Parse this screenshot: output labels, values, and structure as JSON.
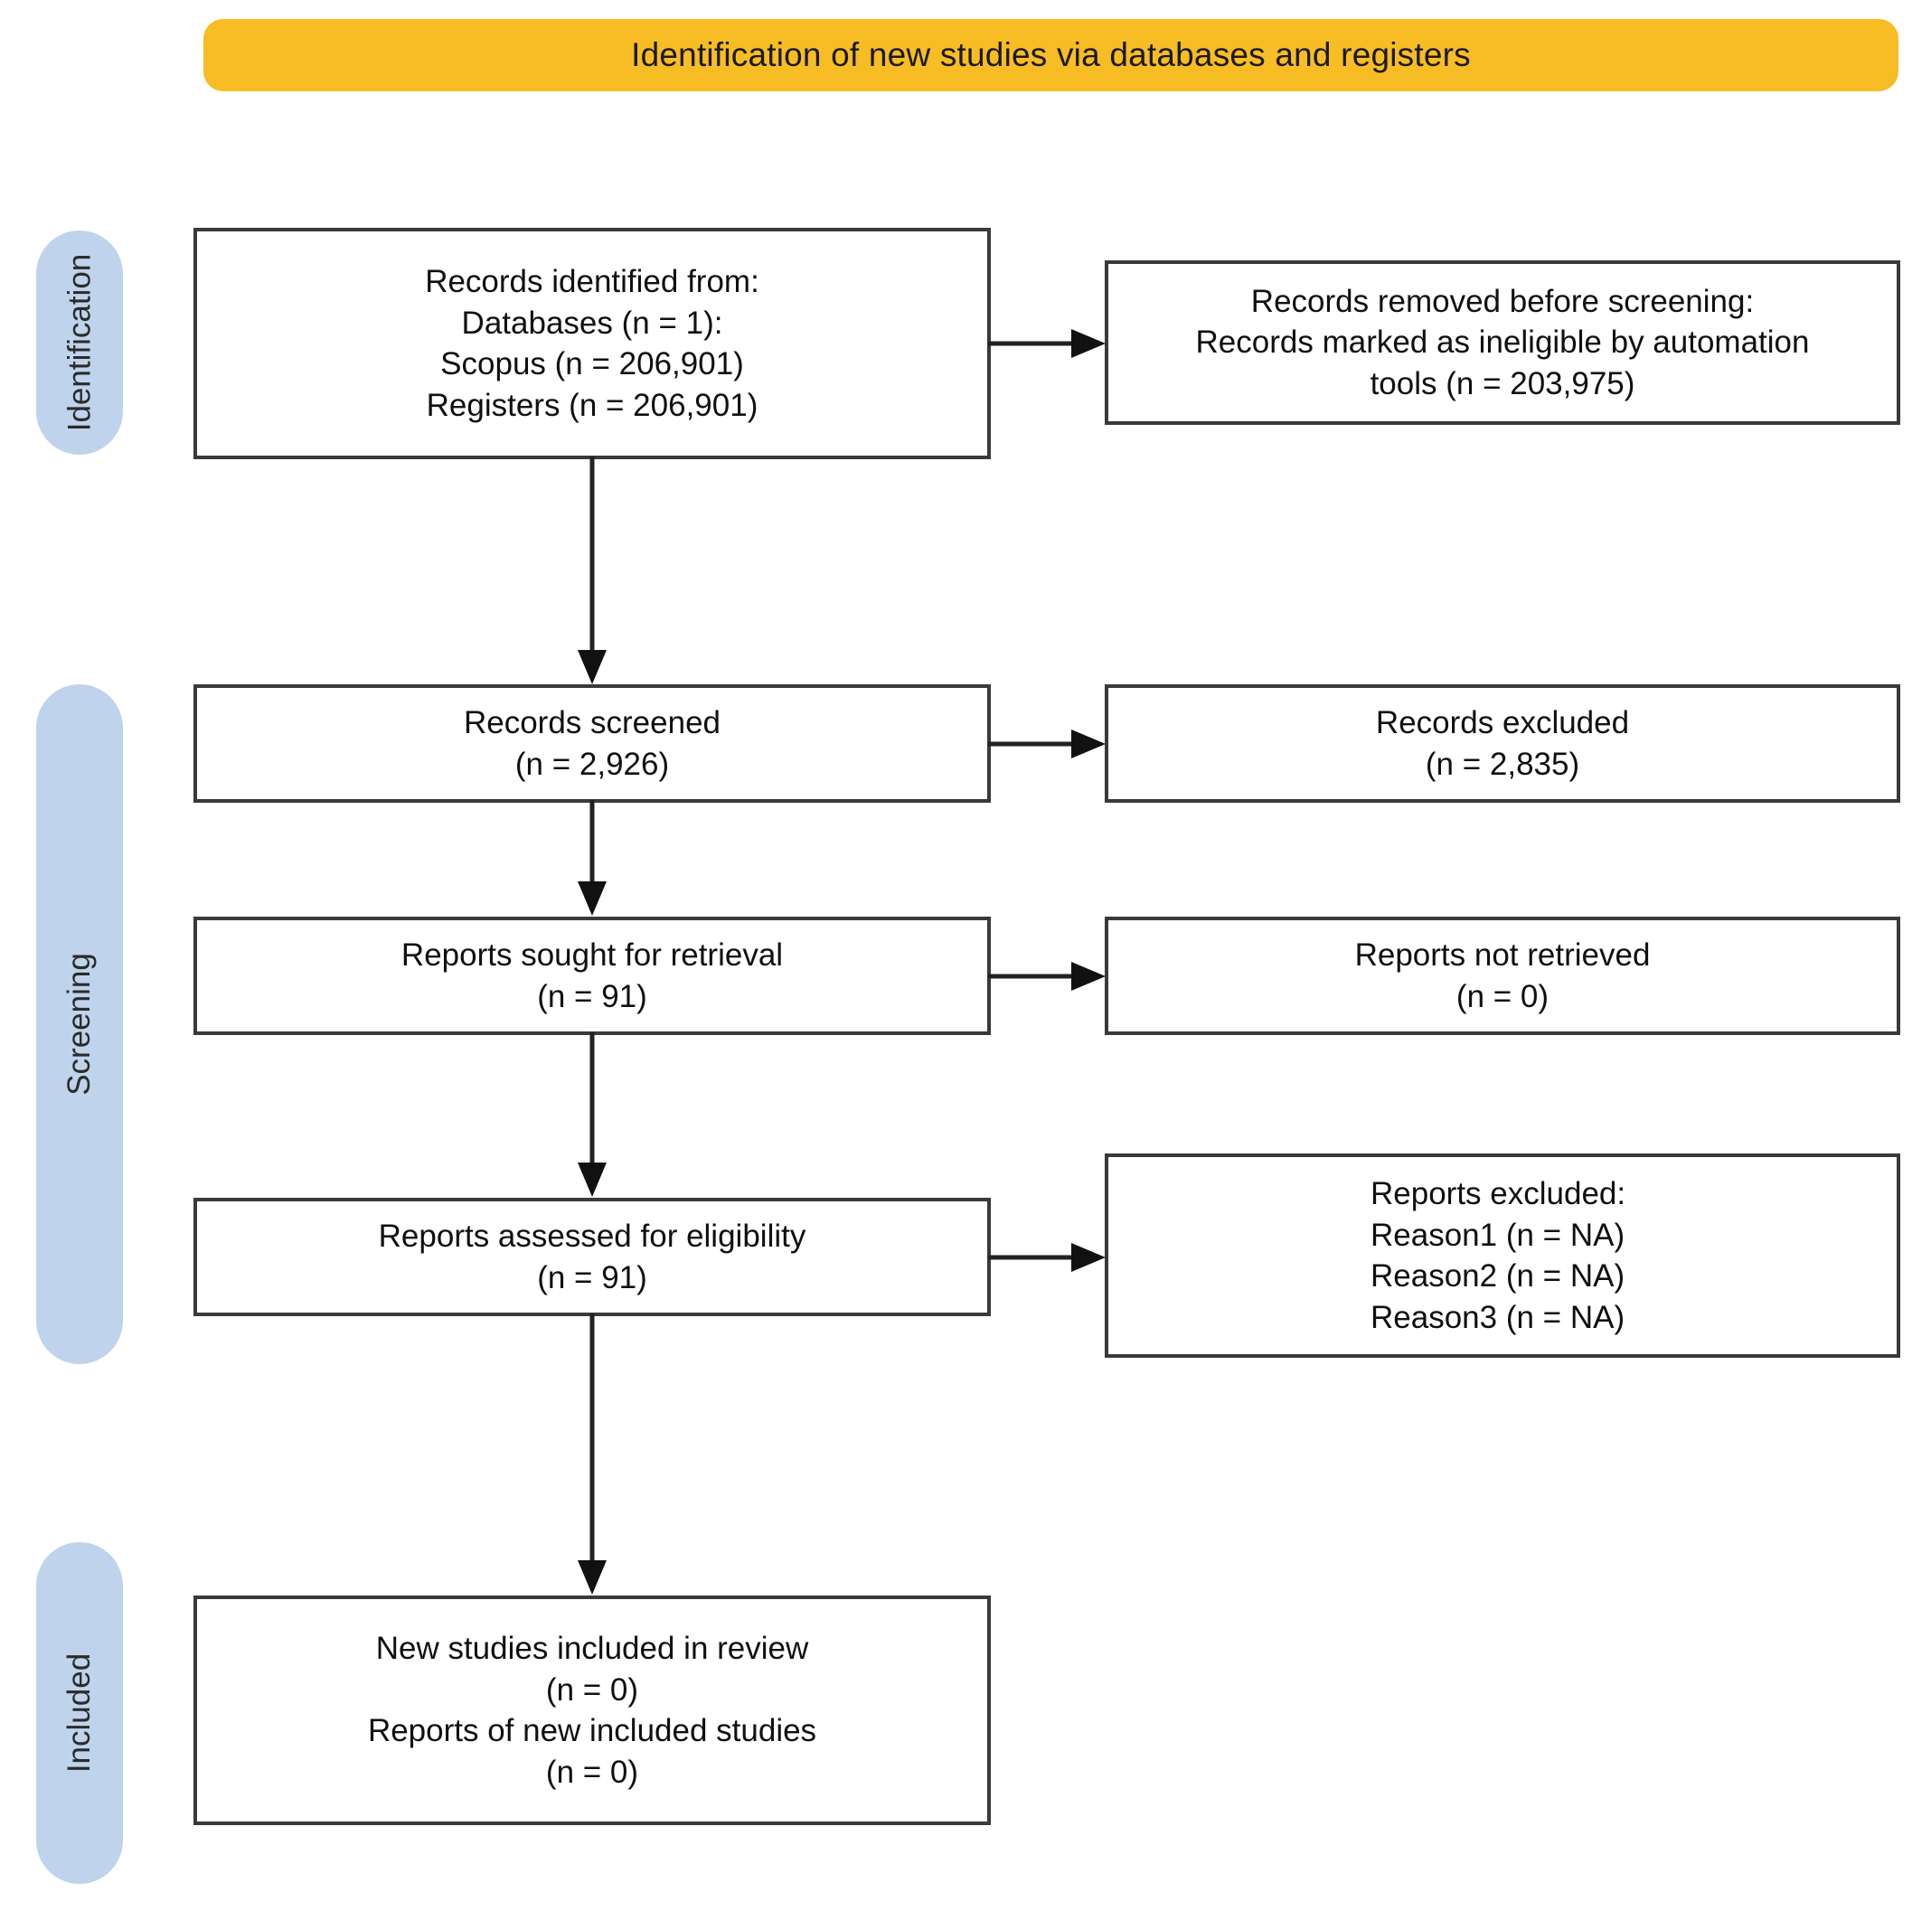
{
  "banner": {
    "title": "Identification of new studies via databases and registers",
    "color": "#F8BC24"
  },
  "stages": {
    "color": "#BFD3EC",
    "identification": "Identification",
    "screening": "Screening",
    "included": "Included"
  },
  "boxes": {
    "identified": {
      "lines": [
        "Records identified from:",
        "Databases (n = 1):",
        "Scopus (n = 206,901)",
        "Registers (n = 206,901)"
      ]
    },
    "removed": {
      "lines": [
        "Records removed before screening:",
        "Records marked as ineligible by automation",
        "tools (n = 203,975)"
      ]
    },
    "screened": {
      "lines": [
        "Records screened",
        "(n = 2,926)"
      ]
    },
    "records_excluded": {
      "lines": [
        "Records excluded",
        "(n = 2,835)"
      ]
    },
    "sought": {
      "lines": [
        "Reports sought for retrieval",
        "(n = 91)"
      ]
    },
    "not_retrieved": {
      "lines": [
        "Reports not retrieved",
        "(n = 0)"
      ]
    },
    "assessed": {
      "lines": [
        "Reports assessed for eligibility",
        "(n = 91)"
      ]
    },
    "reports_excluded": {
      "lines": [
        "Reports excluded:",
        "Reason1 (n = NA)",
        "Reason2 (n = NA)",
        "Reason3 (n = NA)"
      ]
    },
    "included": {
      "lines": [
        "New studies included in review",
        "(n = 0)",
        "Reports of new included studies",
        "(n = 0)"
      ]
    }
  },
  "chart_data": {
    "type": "diagram",
    "title": "Identification of new studies via databases and registers",
    "stages": [
      "Identification",
      "Screening",
      "Included"
    ],
    "nodes": [
      {
        "id": "identified",
        "stage": "Identification",
        "label": "Records identified from: Databases (n = 1): Scopus (n = 206,901) Registers (n = 206,901)",
        "n": 206901
      },
      {
        "id": "removed",
        "stage": "Identification",
        "label": "Records removed before screening: Records marked as ineligible by automation tools (n = 203,975)",
        "n": 203975
      },
      {
        "id": "screened",
        "stage": "Screening",
        "label": "Records screened",
        "n": 2926
      },
      {
        "id": "records_excluded",
        "stage": "Screening",
        "label": "Records excluded",
        "n": 2835
      },
      {
        "id": "sought",
        "stage": "Screening",
        "label": "Reports sought for retrieval",
        "n": 91
      },
      {
        "id": "not_retrieved",
        "stage": "Screening",
        "label": "Reports not retrieved",
        "n": 0
      },
      {
        "id": "assessed",
        "stage": "Screening",
        "label": "Reports assessed for eligibility",
        "n": 91
      },
      {
        "id": "reports_excluded",
        "stage": "Screening",
        "label": "Reports excluded: Reason1 (n = NA), Reason2 (n = NA), Reason3 (n = NA)",
        "n": null
      },
      {
        "id": "included_studies",
        "stage": "Included",
        "label": "New studies included in review",
        "n": 0
      },
      {
        "id": "included_reports",
        "stage": "Included",
        "label": "Reports of new included studies",
        "n": 0
      }
    ],
    "edges": [
      {
        "from": "identified",
        "to": "removed",
        "direction": "right"
      },
      {
        "from": "identified",
        "to": "screened",
        "direction": "down"
      },
      {
        "from": "screened",
        "to": "records_excluded",
        "direction": "right"
      },
      {
        "from": "screened",
        "to": "sought",
        "direction": "down"
      },
      {
        "from": "sought",
        "to": "not_retrieved",
        "direction": "right"
      },
      {
        "from": "sought",
        "to": "assessed",
        "direction": "down"
      },
      {
        "from": "assessed",
        "to": "reports_excluded",
        "direction": "right"
      },
      {
        "from": "assessed",
        "to": "included_studies",
        "direction": "down"
      }
    ]
  }
}
